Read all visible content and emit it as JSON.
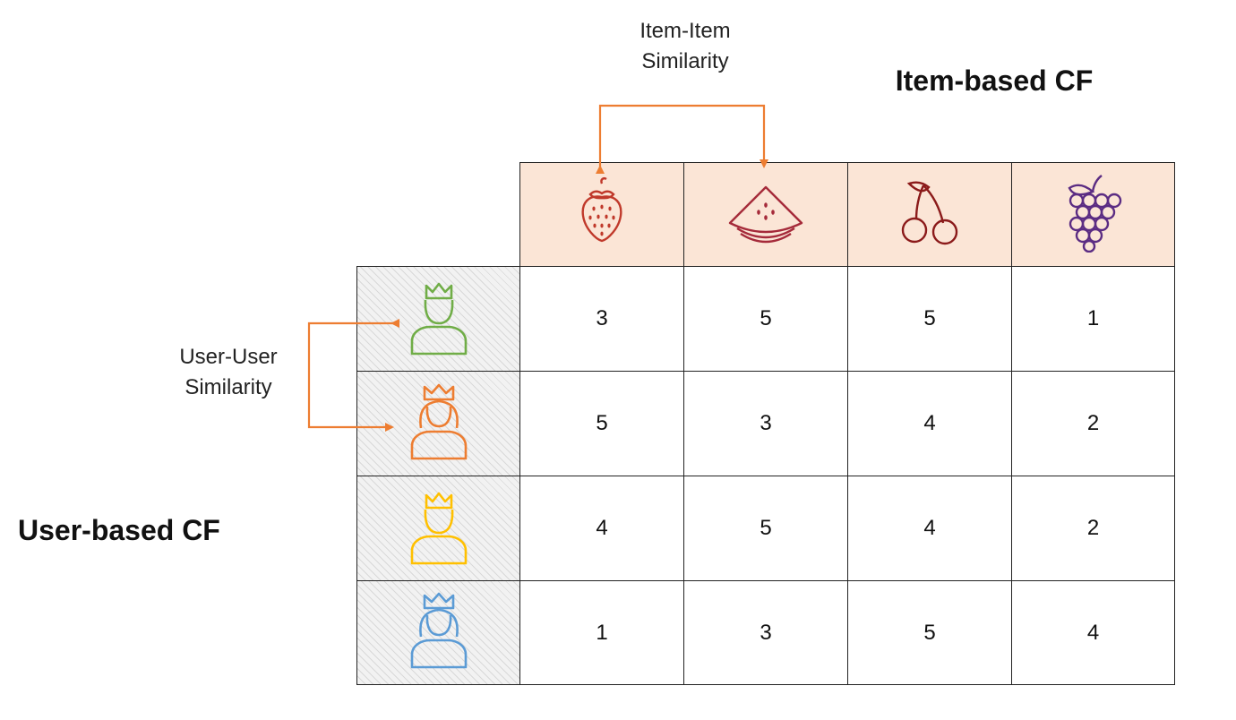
{
  "labels": {
    "item_similarity": [
      "Item-Item",
      "Similarity"
    ],
    "user_similarity": [
      "User-User",
      "Similarity"
    ],
    "item_based_cf": "Item-based CF",
    "user_based_cf": "User-based CF"
  },
  "items": [
    {
      "icon": "strawberry-icon",
      "color": "#c0392b"
    },
    {
      "icon": "watermelon-icon",
      "color": "#a52a3a"
    },
    {
      "icon": "cherry-icon",
      "color": "#8b1a1a"
    },
    {
      "icon": "grape-icon",
      "color": "#5b2c83"
    }
  ],
  "users": [
    {
      "icon": "king-avatar-icon",
      "color": "#70ad47"
    },
    {
      "icon": "queen-avatar-icon",
      "color": "#ed7d31"
    },
    {
      "icon": "king-avatar-icon",
      "color": "#ffc000"
    },
    {
      "icon": "queen-avatar-icon",
      "color": "#5b9bd5"
    }
  ],
  "ratings": [
    [
      "3",
      "5",
      "5",
      "1"
    ],
    [
      "5",
      "3",
      "4",
      "2"
    ],
    [
      "4",
      "5",
      "4",
      "2"
    ],
    [
      "1",
      "3",
      "5",
      "4"
    ]
  ],
  "colors": {
    "arrow": "#ed7d31",
    "header_fill": "#fbe5d6",
    "grid_line": "#222222"
  }
}
